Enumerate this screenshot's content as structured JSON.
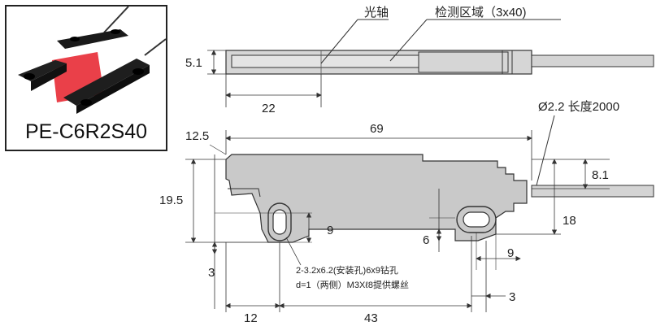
{
  "product": {
    "model": "PE-C6R2S40"
  },
  "labels": {
    "optical_axis": "光轴",
    "detection_area": "检测区域（3x40)",
    "cable": "Ø2.2 长度2000",
    "mount_note_line1": "2-3.2x6.2(安装孔)6x9钻孔",
    "mount_note_line2": "d=1（两侧）M3Xℓ8提供螺丝"
  },
  "dimensions": {
    "top_thickness": "5.1",
    "axis_offset": "22",
    "length": "69",
    "top_offset": "12.5",
    "height": "19.5",
    "cable_height": "8.1",
    "side_height": "18",
    "hole_height": "9",
    "hole_offset": "6",
    "hole_width": "9",
    "bottom_margin": "3",
    "left_hole_pos": "12",
    "hole_spacing": "43",
    "right_margin": "3"
  },
  "colors": {
    "body_fill": "#c9c9c9",
    "outline": "#333333",
    "sensor_red": "#e8303a"
  }
}
